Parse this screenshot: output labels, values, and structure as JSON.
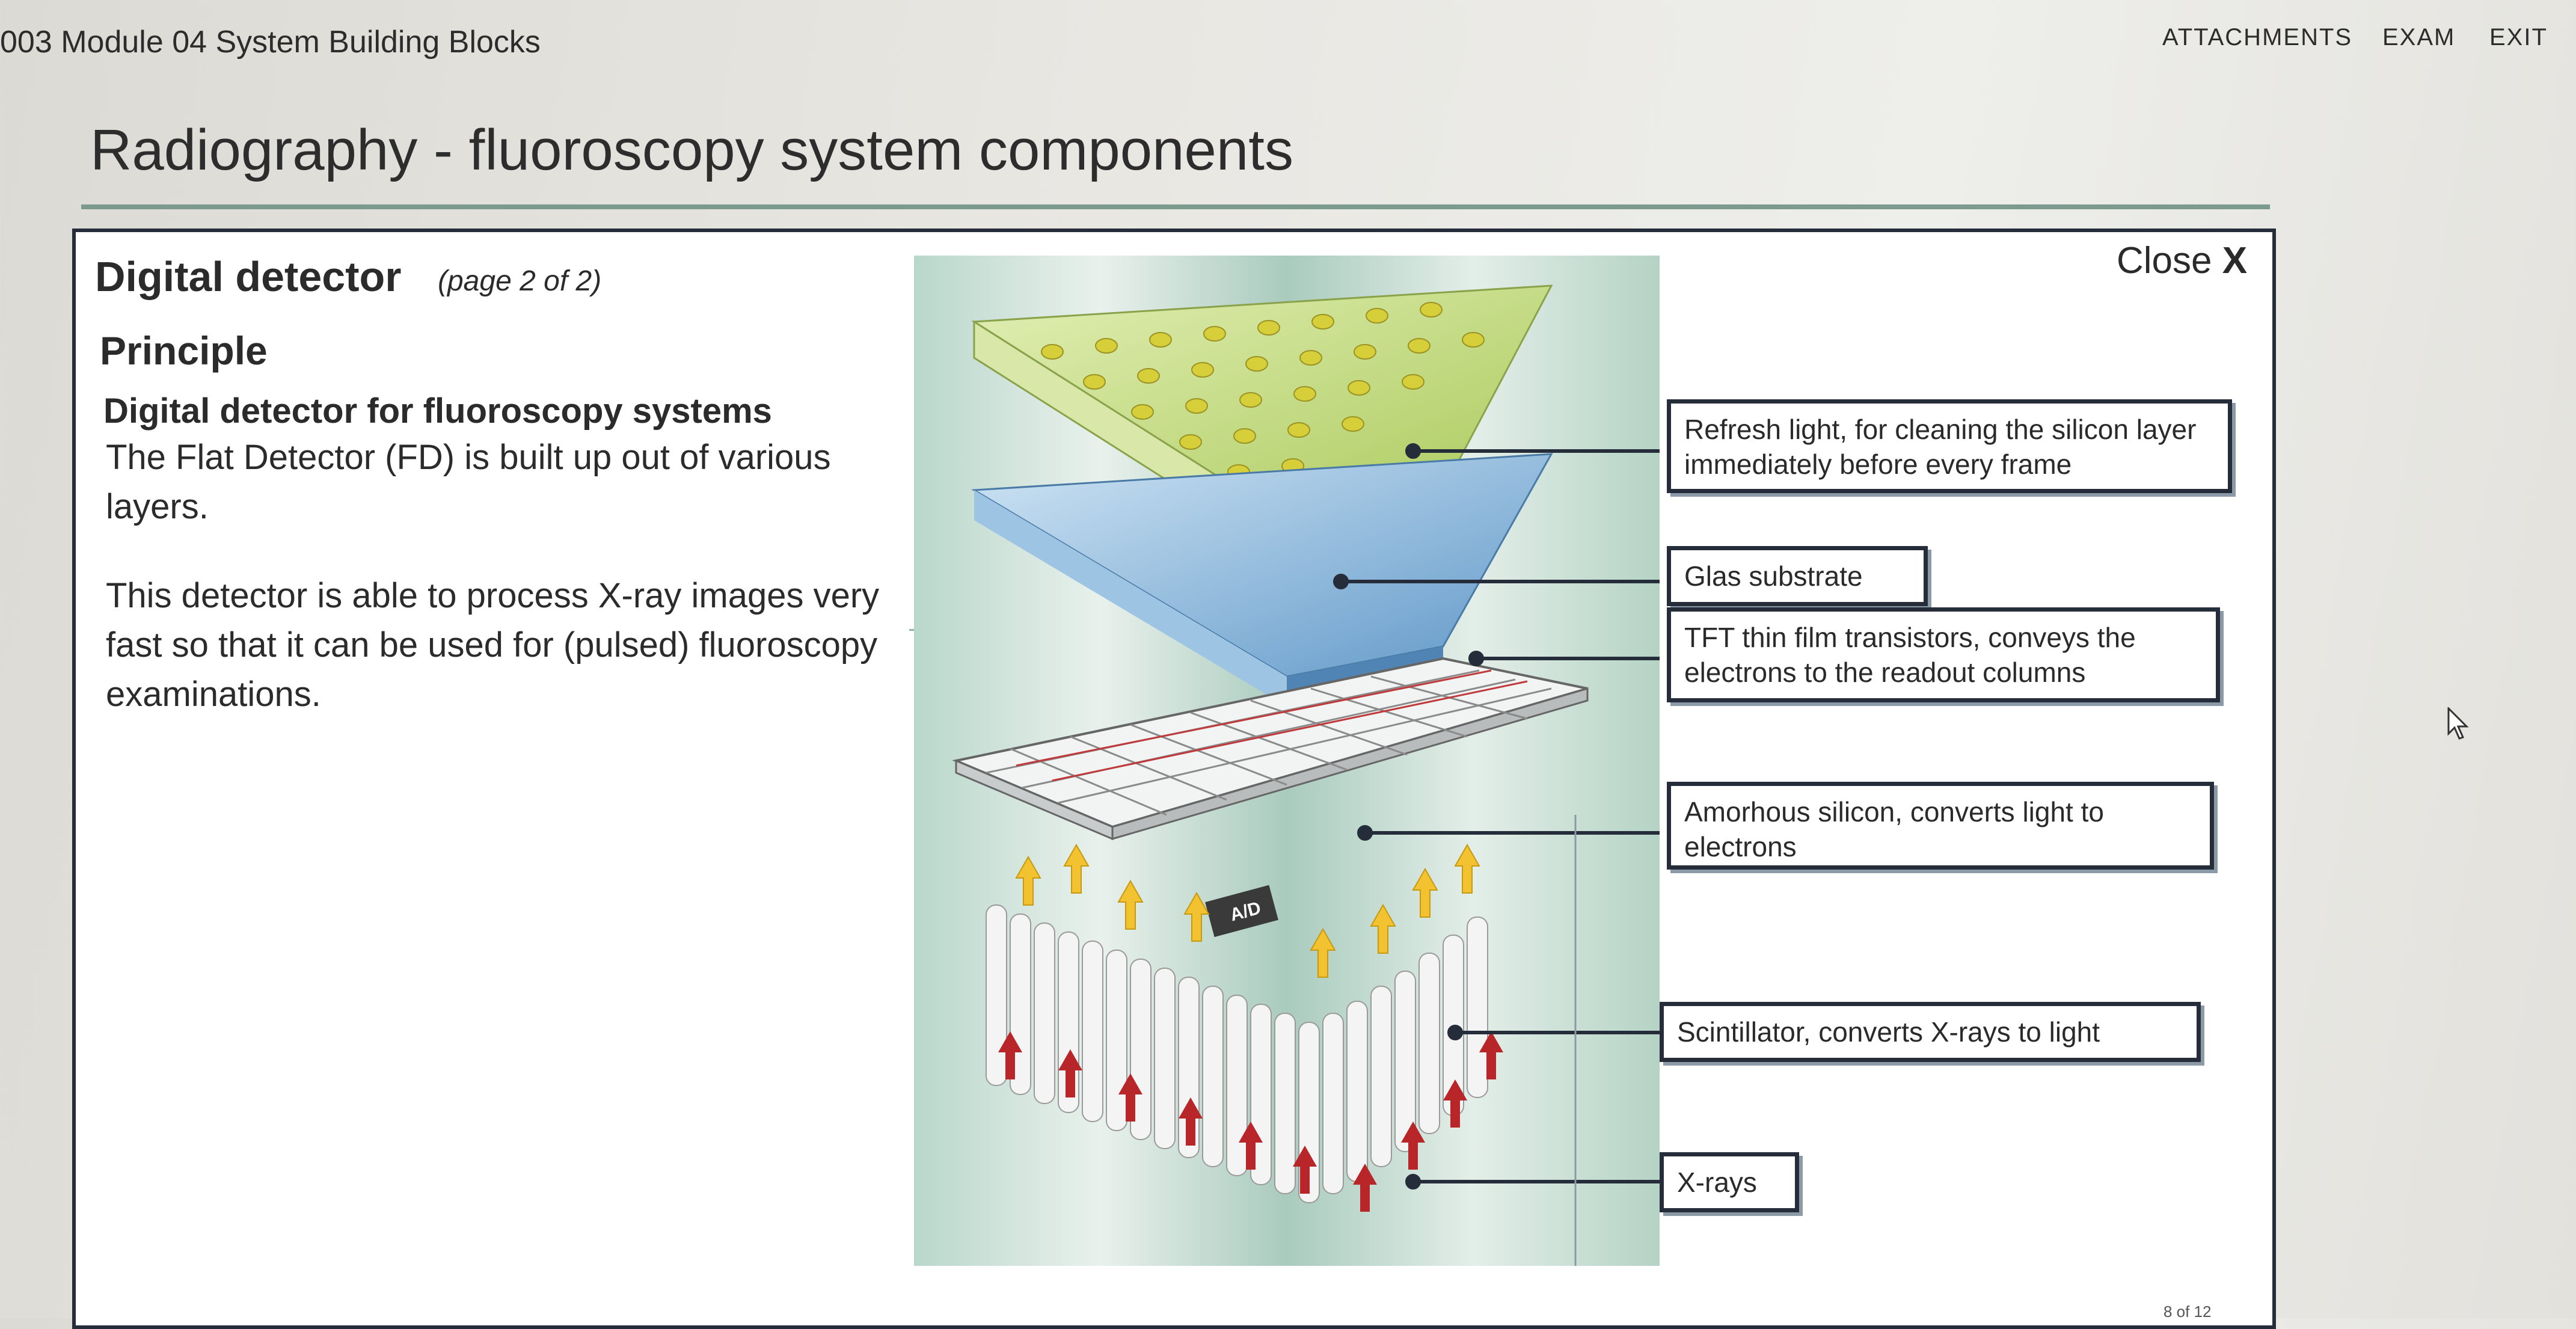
{
  "header": {
    "course_title": "003 Module 04 System Building Blocks",
    "nav": {
      "attachments": "ATTACHMENTS",
      "exam": "EXAM",
      "exit": "EXIT"
    }
  },
  "page_title": "Radiography - fluoroscopy system components",
  "panel": {
    "close_label": "Close",
    "close_icon": "X",
    "heading": "Digital detector",
    "page_indicator": "(page 2 of 2)",
    "section": "Principle",
    "subheading": "Digital detector for fluoroscopy systems",
    "paragraph1": "The Flat Detector (FD) is built up out of various layers.",
    "paragraph2": "This detector is able to process X-ray images very fast so that it can be used for (pulsed) fluoroscopy examinations."
  },
  "diagram": {
    "ad_label": "A/D",
    "callouts": [
      "Refresh light, for cleaning the silicon layer immediately before every frame",
      "Glas substrate",
      "TFT thin film transistors, conveys the electrons to the readout columns",
      "Amorhous silicon, converts light to electrons",
      "Scintillator, converts X-rays to light",
      "X-rays"
    ]
  },
  "footer": {
    "page_number": "8 of 12"
  },
  "colors": {
    "accent_rule": "#7d9a8e",
    "panel_border": "#252d3a",
    "refresh_green": "#c4dd7c",
    "glass_blue": "#7fb0dc",
    "arrow_yellow": "#f2c230",
    "arrow_red": "#b8262a"
  }
}
